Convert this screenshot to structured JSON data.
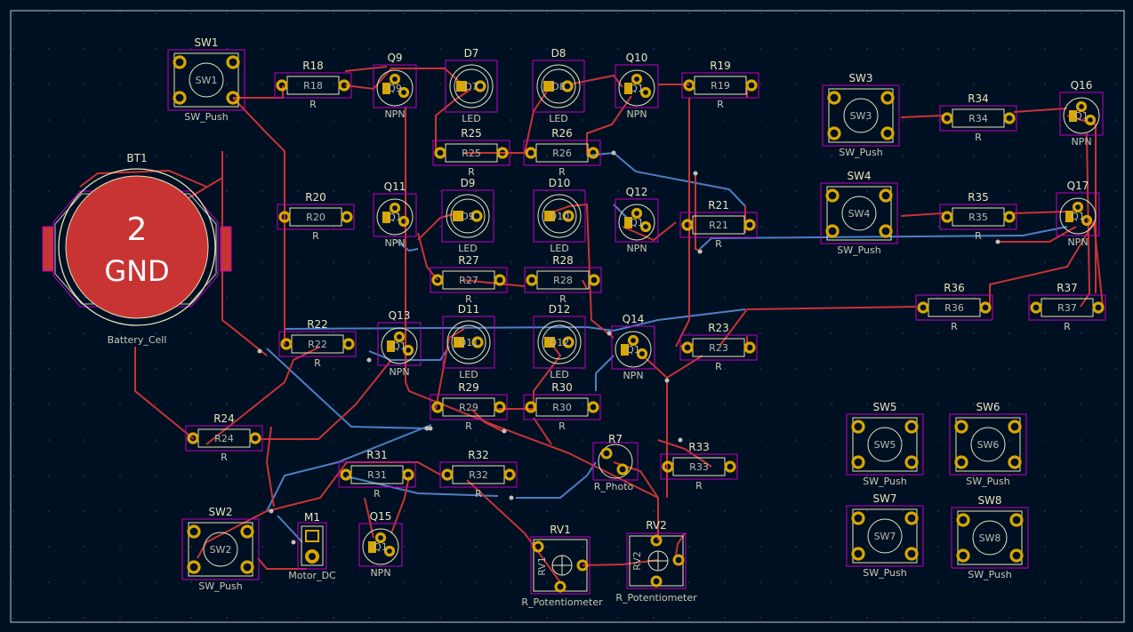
{
  "colors": {
    "background": "#001023",
    "front_copper": "#c83434",
    "back_copper": "#4d7fc4",
    "courtyard": "#c000c0",
    "pad": "#d9a700",
    "silkscreen": "#e6e6bd",
    "fab": "#a8a8a0"
  },
  "battery": {
    "ref": "BT1",
    "value": "Battery_Cell",
    "pad_number": "2",
    "pad_net": "GND"
  },
  "resistors": [
    {
      "ref": "R18",
      "value": "R",
      "inner": "R18"
    },
    {
      "ref": "R19",
      "value": "R",
      "inner": "R19"
    },
    {
      "ref": "R20",
      "value": "R",
      "inner": "R20"
    },
    {
      "ref": "R21",
      "value": "R",
      "inner": "R21"
    },
    {
      "ref": "R22",
      "value": "R",
      "inner": "R22"
    },
    {
      "ref": "R23",
      "value": "R",
      "inner": "R23"
    },
    {
      "ref": "R24",
      "value": "R",
      "inner": "R24"
    },
    {
      "ref": "R25",
      "value": "R",
      "inner": "R25"
    },
    {
      "ref": "R26",
      "value": "R",
      "inner": "R26"
    },
    {
      "ref": "R27",
      "value": "R",
      "inner": "R27"
    },
    {
      "ref": "R28",
      "value": "R",
      "inner": "R28"
    },
    {
      "ref": "R29",
      "value": "R",
      "inner": "R29"
    },
    {
      "ref": "R30",
      "value": "R",
      "inner": "R30"
    },
    {
      "ref": "R31",
      "value": "R",
      "inner": "R31"
    },
    {
      "ref": "R32",
      "value": "R",
      "inner": "R32"
    },
    {
      "ref": "R33",
      "value": "R",
      "inner": "R33"
    },
    {
      "ref": "R34",
      "value": "R",
      "inner": "R34"
    },
    {
      "ref": "R35",
      "value": "R",
      "inner": "R35"
    },
    {
      "ref": "R36",
      "value": "R",
      "inner": "R36"
    },
    {
      "ref": "R37",
      "value": "R",
      "inner": "R37"
    }
  ],
  "transistors": [
    {
      "ref": "Q9",
      "value": "NPN",
      "inner": "Q9"
    },
    {
      "ref": "Q10",
      "value": "NPN",
      "inner": "Q1"
    },
    {
      "ref": "Q11",
      "value": "NPN",
      "inner": "Q1"
    },
    {
      "ref": "Q12",
      "value": "NPN",
      "inner": "Q1"
    },
    {
      "ref": "Q13",
      "value": "NPN",
      "inner": "Q1"
    },
    {
      "ref": "Q14",
      "value": "NPN",
      "inner": "Q1"
    },
    {
      "ref": "Q15",
      "value": "NPN",
      "inner": "Q1"
    },
    {
      "ref": "Q16",
      "value": "NPN",
      "inner": "Q1"
    },
    {
      "ref": "Q17",
      "value": "NPN",
      "inner": "Q1"
    }
  ],
  "leds": [
    {
      "ref": "D7",
      "value": "LED",
      "inner": "D7"
    },
    {
      "ref": "D8",
      "value": "LED",
      "inner": "D8"
    },
    {
      "ref": "D9",
      "value": "LED",
      "inner": "D9"
    },
    {
      "ref": "D10",
      "value": "LED",
      "inner": "D10"
    },
    {
      "ref": "D11",
      "value": "LED",
      "inner": "D11"
    },
    {
      "ref": "D12",
      "value": "LED",
      "inner": "D12"
    }
  ],
  "switches": [
    {
      "ref": "SW1",
      "value": "SW_Push",
      "inner": "SW1"
    },
    {
      "ref": "SW2",
      "value": "SW_Push",
      "inner": "SW2"
    },
    {
      "ref": "SW3",
      "value": "SW_Push",
      "inner": "SW3"
    },
    {
      "ref": "SW4",
      "value": "SW_Push",
      "inner": "SW4"
    },
    {
      "ref": "SW5",
      "value": "SW_Push",
      "inner": "SW5"
    },
    {
      "ref": "SW6",
      "value": "SW_Push",
      "inner": "SW6"
    },
    {
      "ref": "SW7",
      "value": "SW_Push",
      "inner": "SW7"
    },
    {
      "ref": "SW8",
      "value": "SW_Push",
      "inner": "SW8"
    }
  ],
  "photoresistor": {
    "ref": "R7",
    "value": "R_Photo",
    "inner": "R7"
  },
  "potentiometers": [
    {
      "ref": "RV1",
      "value": "R_Potentiometer",
      "inner": "RV1"
    },
    {
      "ref": "RV2",
      "value": "R_Potentiometer",
      "inner": "RV2"
    }
  ],
  "motor": {
    "ref": "M1",
    "value": "Motor_DC"
  }
}
